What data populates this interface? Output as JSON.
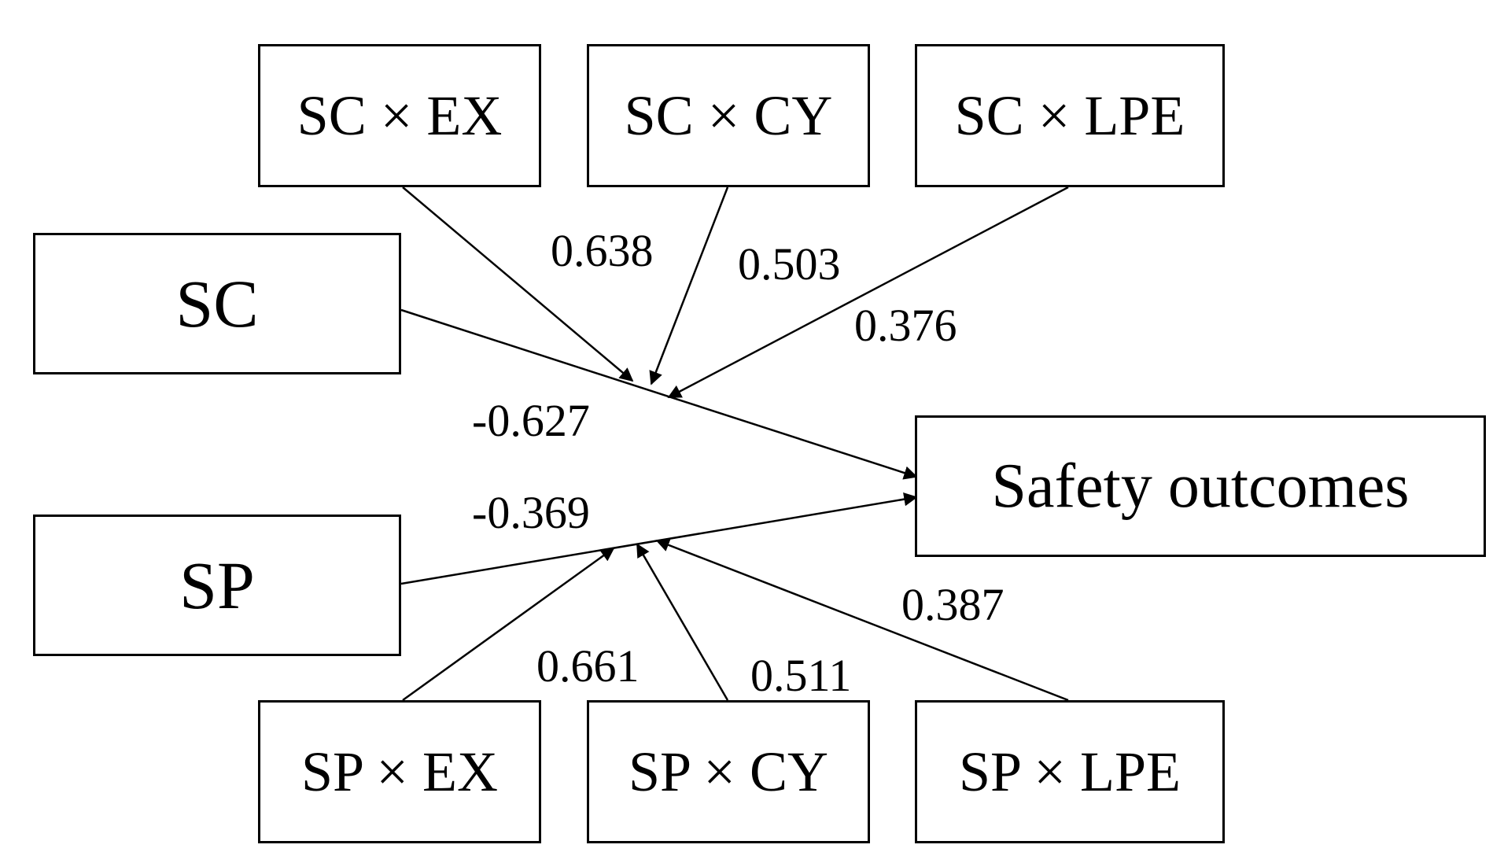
{
  "diagram": {
    "nodes": {
      "sc_ex": "SC × EX",
      "sc_cy": "SC × CY",
      "sc_lpe": "SC × LPE",
      "sc": "SC",
      "sp": "SP",
      "outcome": "Safety outcomes",
      "sp_ex": "SP × EX",
      "sp_cy": "SP × CY",
      "sp_lpe": "SP × LPE"
    },
    "coefficients": {
      "sc_ex": "0.638",
      "sc_cy": "0.503",
      "sc_lpe": "0.376",
      "sc": "-0.627",
      "sp": "-0.369",
      "sp_ex": "0.661",
      "sp_cy": "0.511",
      "sp_lpe": "0.387"
    }
  }
}
